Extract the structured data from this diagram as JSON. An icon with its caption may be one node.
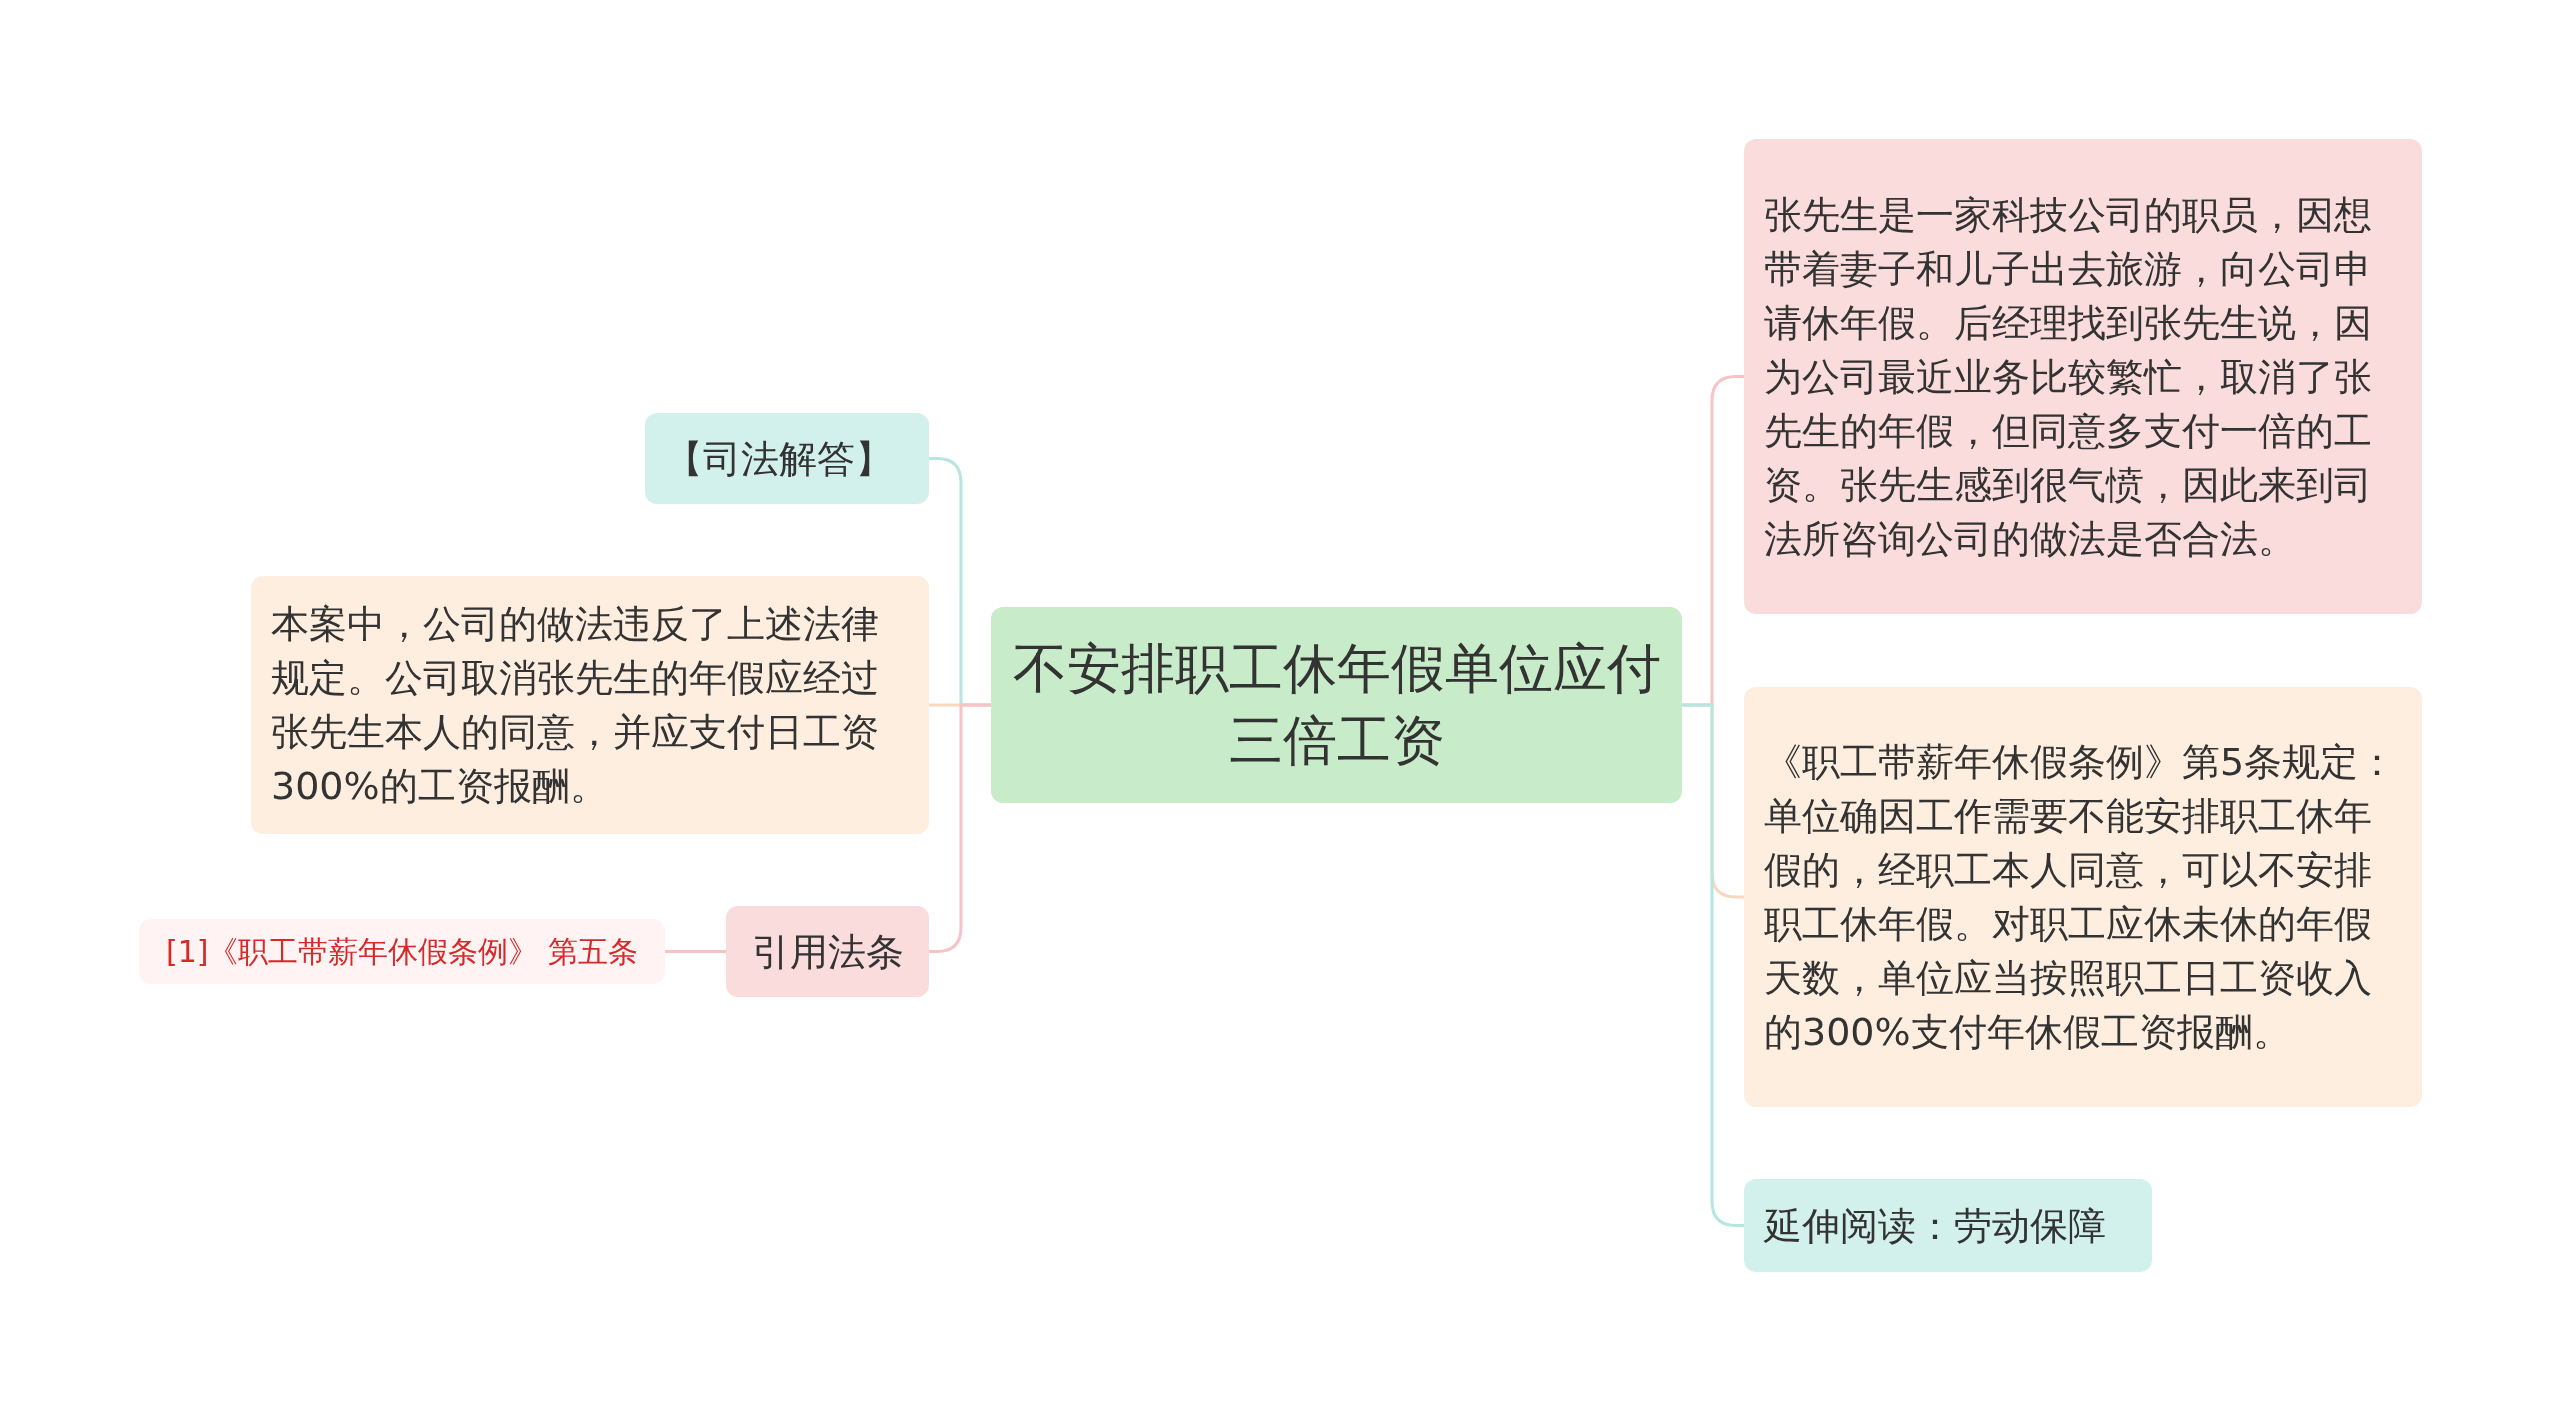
{
  "diagram": {
    "nodes": [
      {
        "text": [
          "不安排职工休年假单位应付三倍工资"
        ]
      },
      {
        "text": [
          "【司法解答】"
        ]
      },
      {
        "text": [
          "本案中，公司的做法违反了上述法律规定。公司取消张先生的年假应经过张先生本人的同意，并应支付日工资300%的工资报酬。"
        ]
      },
      {
        "text": [
          "引用法条"
        ]
      },
      {
        "text": [
          "[1]《职工带薪年休假条例》 第五条"
        ]
      },
      {
        "text": [
          "张先生是一家科技公司的职员，因想带着妻子和儿子出去旅游，向公司申请休年假。后经理找到张先生说，因为公司最近业务比较繁忙，取消了张先生的年假，但同意多支付一倍的工资。张先生感到很气愤，因此来到司法所咨询公司的做法是否合法。"
        ]
      },
      {
        "text": [
          "《职工带薪年休假条例》第5条规定：单位确因工作需要不能安排职工休年假的，经职工本人同意，可以不安排职工休年假。对职工应休未休的年假天数，单位应当按照职工日工资收入的300%支付年休假工资报酬。"
        ]
      },
      {
        "text": [
          "延伸阅读：劳动保障"
        ]
      }
    ],
    "edges": [
      {
        "from": 0,
        "to": 1,
        "arrow": "none",
        "color": "#b5e6df"
      },
      {
        "from": 0,
        "to": 2,
        "arrow": "none",
        "color": "#f8d9bf"
      },
      {
        "from": 0,
        "to": 3,
        "arrow": "none",
        "color": "#f5c4c4"
      },
      {
        "from": 3,
        "to": 4,
        "arrow": "none",
        "color": "#f5c4c4"
      },
      {
        "from": 0,
        "to": 5,
        "arrow": "none",
        "color": "#f5c4c4"
      },
      {
        "from": 0,
        "to": 6,
        "arrow": "none",
        "color": "#f8d9bf"
      },
      {
        "from": 0,
        "to": 7,
        "arrow": "none",
        "color": "#b5e6df"
      }
    ]
  }
}
